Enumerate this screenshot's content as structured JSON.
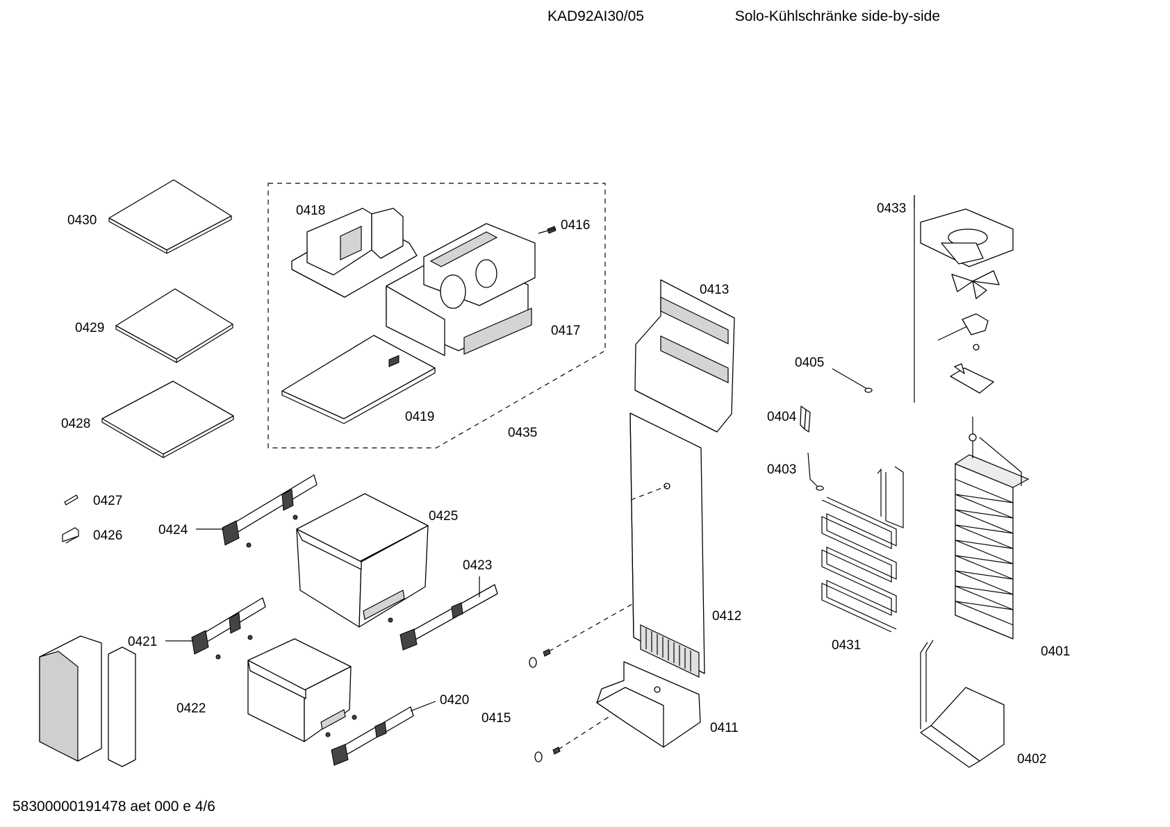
{
  "header": {
    "model": "KAD92AI30/05",
    "category": "Solo-Kühlschränke side-by-side"
  },
  "footer": {
    "doc_code": "58300000191478 aet 000 e 4/6"
  },
  "parts": {
    "p0401": "0401",
    "p0402": "0402",
    "p0403": "0403",
    "p0404": "0404",
    "p0405": "0405",
    "p0411": "0411",
    "p0412": "0412",
    "p0413": "0413",
    "p0415": "0415",
    "p0416": "0416",
    "p0417": "0417",
    "p0418": "0418",
    "p0419": "0419",
    "p0420": "0420",
    "p0421": "0421",
    "p0422": "0422",
    "p0423": "0423",
    "p0424": "0424",
    "p0425": "0425",
    "p0426": "0426",
    "p0427": "0427",
    "p0428": "0428",
    "p0429": "0429",
    "p0430": "0430",
    "p0431": "0431",
    "p0433": "0433",
    "p0435": "0435"
  }
}
